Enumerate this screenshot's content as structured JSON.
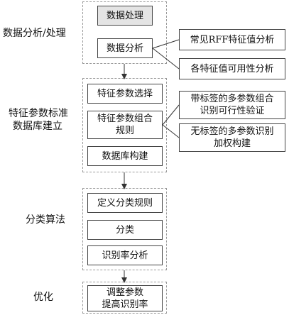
{
  "stages": {
    "s1": "数据分析/处理",
    "s2_line1": "特征参数标准",
    "s2_line2": "数据库建立",
    "s3": "分类算法",
    "s4": "优化"
  },
  "group1": {
    "data_processing": "数据处理",
    "data_analysis": "数据分析"
  },
  "group1_notes": {
    "rff_analysis": "常见RFF特征值分析",
    "availability": "各特征值可用性分析"
  },
  "group2": {
    "feature_select": "特征参数选择",
    "combo_rule": "特征参数组合\n规则",
    "db_build": "数据库构建"
  },
  "group2_notes": {
    "labeled": "带标签的多参数组合\n识别可行性验证",
    "unlabeled": "无标签的多参数识别\n加权构建"
  },
  "group3": {
    "define_rule": "定义分类规则",
    "classify": "分类",
    "rate_analysis": "识别率分析"
  },
  "group4": {
    "adjust": "调整参数\n提高识别率"
  }
}
